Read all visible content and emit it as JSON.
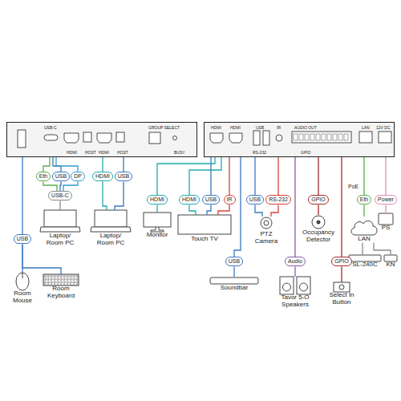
{
  "diagram": {
    "nodes": [
      {
        "text": [
          "USB-C",
          "HDMI",
          "HOST",
          "HDMI",
          "HOST",
          "GROUP SELECT",
          "BUSY"
        ]
      },
      {
        "text": [
          "HDMI",
          "HDMI",
          "USB",
          "RS-232",
          "IR",
          "GPIO",
          "AUDIO OUT",
          "LAN",
          "12V DC"
        ]
      },
      {
        "text": [
          "USB"
        ]
      },
      {
        "text": [
          "Eth"
        ]
      },
      {
        "text": [
          "USB"
        ]
      },
      {
        "text": [
          "DP"
        ]
      },
      {
        "text": [
          "USB-C"
        ]
      },
      {
        "text": [
          "HDMI"
        ]
      },
      {
        "text": [
          "USB"
        ]
      },
      {
        "text": [
          "HDMI"
        ]
      },
      {
        "text": [
          "HDMI"
        ]
      },
      {
        "text": [
          "USB"
        ]
      },
      {
        "text": [
          "IR"
        ]
      },
      {
        "text": [
          "USB"
        ]
      },
      {
        "text": [
          "RS-232"
        ]
      },
      {
        "text": [
          "GPIO"
        ]
      },
      {
        "text": [
          "USB"
        ]
      },
      {
        "text": [
          "Audio"
        ]
      },
      {
        "text": [
          "GPIO"
        ]
      },
      {
        "text": [
          "Eth"
        ]
      },
      {
        "text": [
          "Power"
        ]
      },
      {
        "text": [
          "Room Mouse"
        ]
      },
      {
        "text": [
          "Room Keyboard"
        ]
      },
      {
        "text": [
          "Laptop/ Room PC"
        ]
      },
      {
        "text": [
          "Laptop/ Room PC"
        ]
      },
      {
        "text": [
          "Monitor"
        ]
      },
      {
        "text": [
          "Touch TV"
        ]
      },
      {
        "text": [
          "PTZ Camera"
        ]
      },
      {
        "text": [
          "Occupancy Detector"
        ]
      },
      {
        "text": [
          "Soundbar"
        ]
      },
      {
        "text": [
          "Tavor 5-O Speakers"
        ]
      },
      {
        "text": [
          "Select In Button"
        ]
      },
      {
        "text": [
          "LAN"
        ]
      },
      {
        "text": [
          "SL-240C"
        ]
      },
      {
        "text": [
          "KN"
        ]
      },
      {
        "text": [
          "PS"
        ]
      }
    ],
    "edges": [
      {
        "from": 0,
        "to": 2,
        "arrow": "none"
      },
      {
        "from": 2,
        "to": 21,
        "arrow": "none"
      },
      {
        "from": 2,
        "to": 22,
        "arrow": "none"
      },
      {
        "from": 0,
        "to": 3,
        "arrow": "none"
      },
      {
        "from": 0,
        "to": 4,
        "arrow": "none"
      },
      {
        "from": 0,
        "to": 5,
        "arrow": "none"
      },
      {
        "from": 3,
        "to": 6,
        "arrow": "none"
      },
      {
        "from": 4,
        "to": 6,
        "arrow": "none"
      },
      {
        "from": 5,
        "to": 6,
        "arrow": "none"
      },
      {
        "from": 6,
        "to": 23,
        "arrow": "none"
      },
      {
        "from": 0,
        "to": 7,
        "arrow": "none"
      },
      {
        "from": 0,
        "to": 8,
        "arrow": "none"
      },
      {
        "from": 7,
        "to": 24,
        "arrow": "none"
      },
      {
        "from": 8,
        "to": 24,
        "arrow": "none"
      },
      {
        "from": 1,
        "to": 9,
        "arrow": "none"
      },
      {
        "from": 9,
        "to": 25,
        "arrow": "none"
      },
      {
        "from": 1,
        "to": 10,
        "arrow": "none"
      },
      {
        "from": 1,
        "to": 11,
        "arrow": "none"
      },
      {
        "from": 1,
        "to": 12,
        "arrow": "none"
      },
      {
        "from": 10,
        "to": 26,
        "arrow": "none"
      },
      {
        "from": 11,
        "to": 26,
        "arrow": "none"
      },
      {
        "from": 12,
        "to": 26,
        "arrow": "none"
      },
      {
        "from": 1,
        "to": 13,
        "arrow": "none"
      },
      {
        "from": 1,
        "to": 14,
        "arrow": "none"
      },
      {
        "from": 13,
        "to": 27,
        "arrow": "none"
      },
      {
        "from": 14,
        "to": 27,
        "arrow": "none"
      },
      {
        "from": 1,
        "to": 15,
        "arrow": "none"
      },
      {
        "from": 15,
        "to": 28,
        "arrow": "none"
      },
      {
        "from": 1,
        "to": 16,
        "arrow": "none"
      },
      {
        "from": 16,
        "to": 29,
        "arrow": "none"
      },
      {
        "from": 1,
        "to": 17,
        "arrow": "none"
      },
      {
        "from": 17,
        "to": 30,
        "arrow": "none"
      },
      {
        "from": 1,
        "to": 18,
        "arrow": "none"
      },
      {
        "from": 18,
        "to": 31,
        "arrow": "none"
      },
      {
        "from": 1,
        "to": 19,
        "arrow": "none"
      },
      {
        "from": 19,
        "to": 32,
        "arrow": "none"
      },
      {
        "from": 1,
        "to": 20,
        "arrow": "none"
      },
      {
        "from": 20,
        "to": 35,
        "arrow": "none"
      },
      {
        "from": 32,
        "to": 33,
        "arrow": "none"
      },
      {
        "from": 32,
        "to": 34,
        "arrow": "none"
      }
    ],
    "labels": [
      "PoE"
    ]
  }
}
